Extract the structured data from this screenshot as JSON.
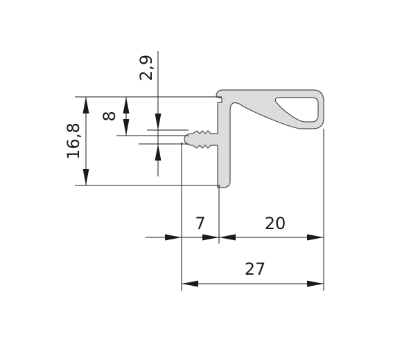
{
  "drawing": {
    "part": "aluminium profile cross-section",
    "profile_fill": "#dcdcdc",
    "profile_stroke": "#4a4a4a",
    "line_color": "#1a1a1a"
  },
  "dimensions": {
    "overall_height": "16,8",
    "slot_offset": "8",
    "slot_width": "2,9",
    "left_part_width": "7",
    "right_part_width": "20",
    "total_width": "27"
  }
}
